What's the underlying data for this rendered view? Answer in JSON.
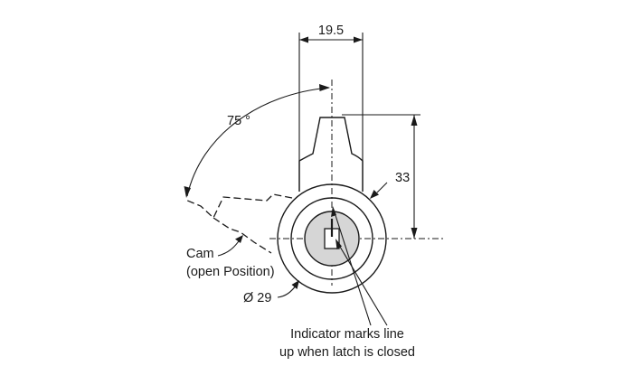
{
  "labels": {
    "width_dim": "19.5",
    "angle_dim": "75 °",
    "height_dim": "33",
    "cam_line1": "Cam",
    "cam_line2": "(open Position)",
    "diameter_dim": "Ø 29",
    "indicator_line1": "Indicator marks line",
    "indicator_line2": "up when latch is closed"
  },
  "colors": {
    "line": "#1a1a1a",
    "plug_fill": "#d6d6d6",
    "background": "#ffffff"
  }
}
